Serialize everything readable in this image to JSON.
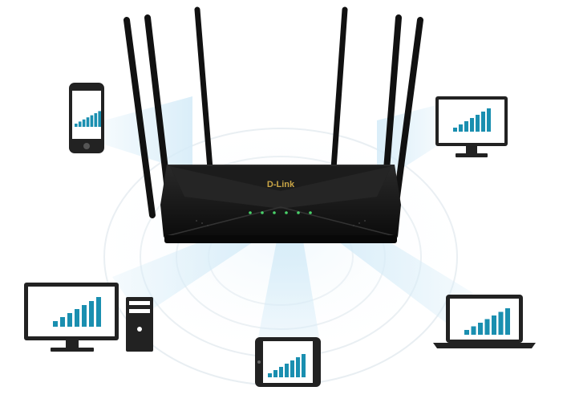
{
  "router": {
    "brand_logo": "D-Link",
    "antenna_count": 6,
    "led_count": 6
  },
  "devices": [
    {
      "type": "smartphone",
      "icon": "smartphone-icon"
    },
    {
      "type": "desktop-monitor",
      "icon": "monitor-icon"
    },
    {
      "type": "desktop-pc",
      "icon": "desktop-pc-icon"
    },
    {
      "type": "tablet",
      "icon": "tablet-icon"
    },
    {
      "type": "laptop",
      "icon": "laptop-icon"
    }
  ],
  "signal": {
    "bars_per_device": 7,
    "bar_color": "#1a8fb0",
    "beam_color": "#cfe9f7"
  },
  "colors": {
    "background": "#ffffff",
    "router_body": "#141414",
    "device_outline": "#1f1f1f",
    "led": "#49d36a"
  }
}
